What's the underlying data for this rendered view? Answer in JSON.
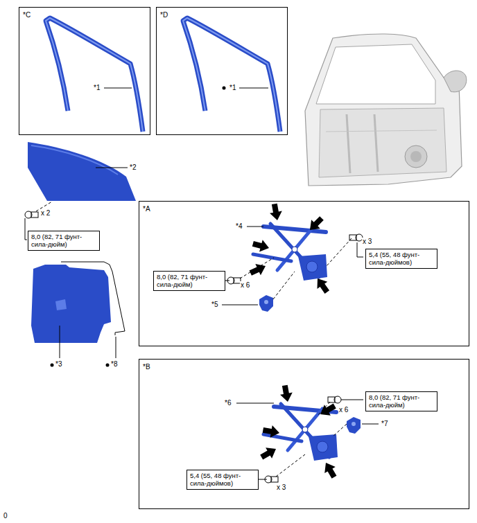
{
  "diagram": {
    "nodes": [
      {
        "text": [
          "*C"
        ]
      },
      {
        "text": [
          "*D"
        ]
      },
      {
        "text": [
          "8,0 (82, 71 фунт-сила-дюйм)"
        ]
      },
      {
        "text": [
          "*A"
        ]
      },
      {
        "text": [
          "5,4 (55, 48 фунт-сила-дюймов)"
        ],
        "in": 3
      },
      {
        "text": [
          "8,0 (82, 71 фунт-сила-дюйм)"
        ],
        "in": 3
      },
      {
        "text": [
          "*B"
        ]
      },
      {
        "text": [
          "8,0 (82, 71 фунт-сила-дюйм)"
        ],
        "in": 6
      },
      {
        "text": [
          "5,4 (55, 48 фунт-сила-дюймов)"
        ],
        "in": 6
      }
    ],
    "labels": [
      "*1",
      "*1",
      "*2",
      "x 2",
      "*3",
      "*8",
      "*4",
      "x 3",
      "x 6",
      "*5",
      "*6",
      "x 6",
      "*7",
      "x 3",
      "0"
    ]
  }
}
